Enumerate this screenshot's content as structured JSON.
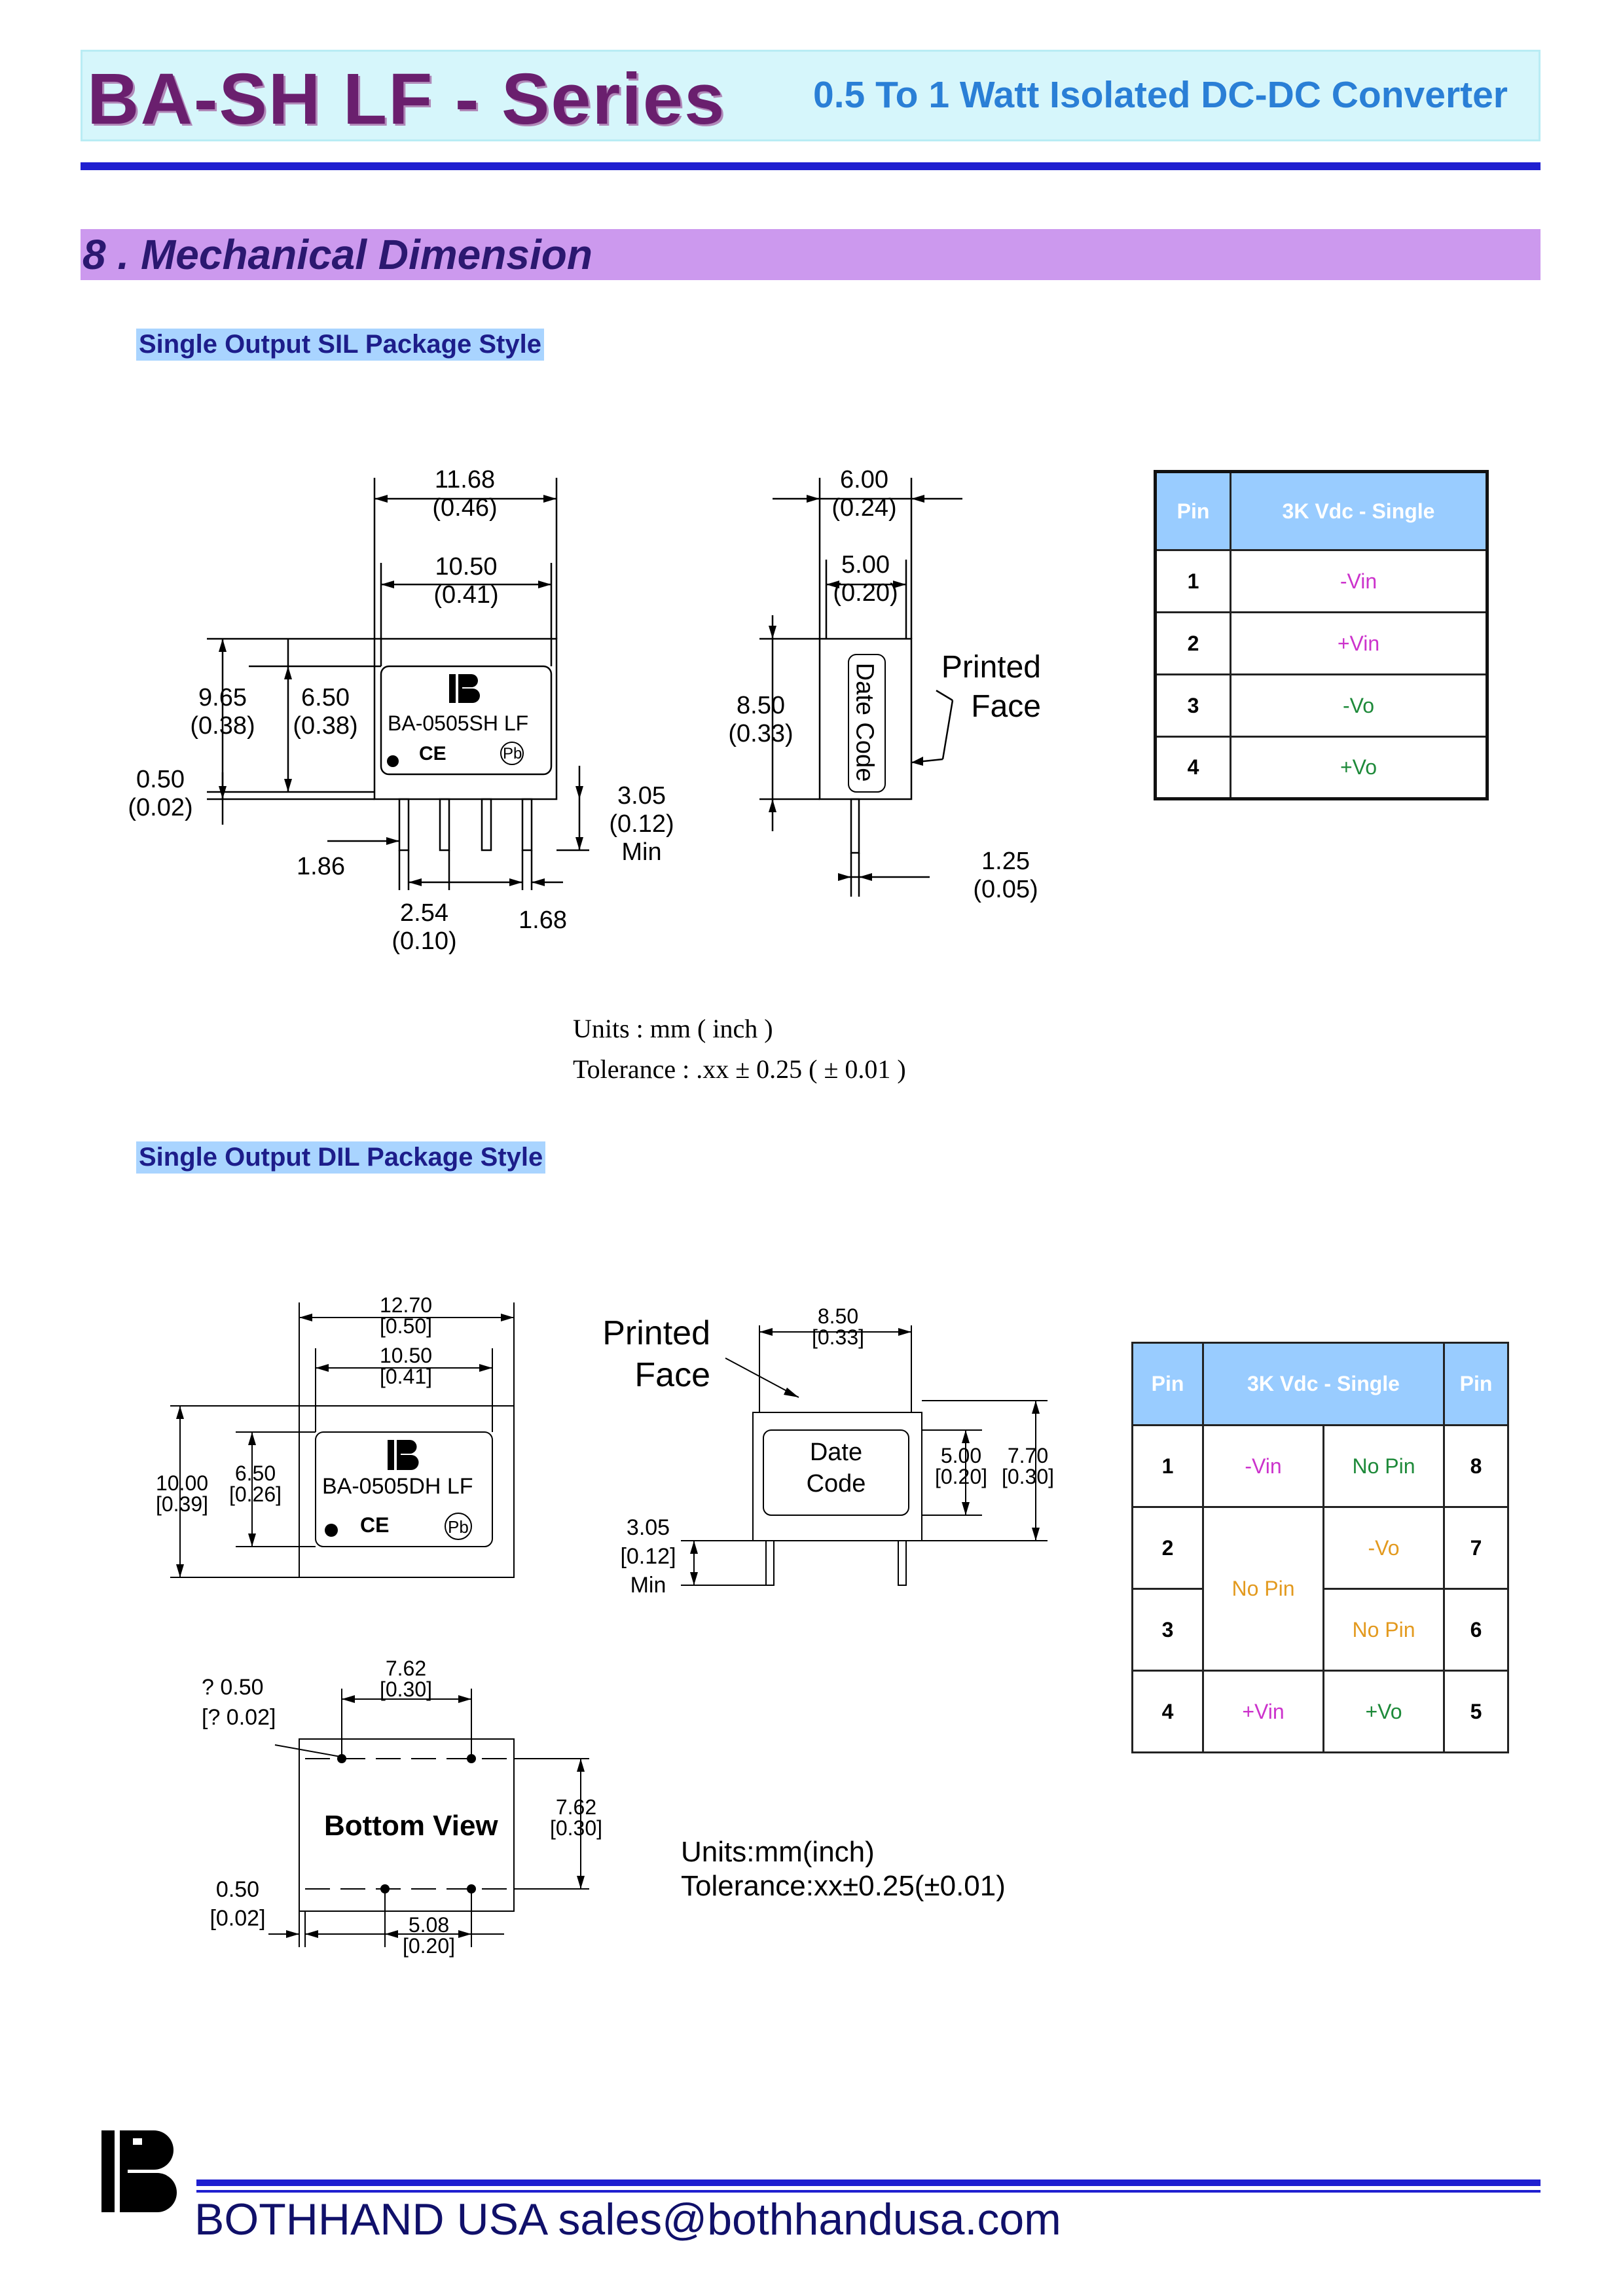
{
  "header": {
    "series_title": "BA-SH LF - Series",
    "subtitle": "0.5 To 1 Watt Isolated DC-DC Converter"
  },
  "section": {
    "title": "8 . Mechanical Dimension"
  },
  "sil": {
    "heading": "Single Output SIL Package Style",
    "dims": {
      "w_outer_mm": "11.68",
      "w_outer_in": "(0.46)",
      "w_inner_mm": "10.50",
      "w_inner_in": "(0.41)",
      "h_total_mm": "9.65",
      "h_total_in": "(0.38)",
      "h_body_mm": "6.50",
      "h_body_in": "(0.38)",
      "standoff_mm": "0.50",
      "standoff_in": "(0.02)",
      "pin_len_mm": "3.05",
      "pin_len_in": "(0.12)",
      "pin_len_min": "Min",
      "edge_mm": "1.86",
      "pitch_mm": "2.54",
      "pitch_in": "(0.10)",
      "edge2_mm": "1.68",
      "depth_outer_mm": "6.00",
      "depth_outer_in": "(0.24)",
      "depth_inner_mm": "5.00",
      "depth_inner_in": "(0.20)",
      "side_h_mm": "8.50",
      "side_h_in": "(0.33)",
      "pin_off_mm": "1.25",
      "pin_off_in": "(0.05)"
    },
    "part_label": "BA-0505SH LF",
    "date_code": "Date Code",
    "printed_face": [
      "Printed",
      "Face"
    ],
    "units": "Units : mm ( inch )",
    "tolerance": "Tolerance : .xx ± 0.25 ( ± 0.01 )",
    "table": {
      "headers": [
        "Pin",
        "3K Vdc - Single"
      ],
      "rows": [
        {
          "pin": "1",
          "func": "-Vin"
        },
        {
          "pin": "2",
          "func": "+Vin"
        },
        {
          "pin": "3",
          "func": "-Vo"
        },
        {
          "pin": "4",
          "func": "+Vo"
        }
      ]
    }
  },
  "dil": {
    "heading": "Single Output DIL Package Style",
    "dims": {
      "w_outer_mm": "12.70",
      "w_outer_in": "[0.50]",
      "w_inner_mm": "10.50",
      "w_inner_in": "[0.41]",
      "h_total_mm": "10.00",
      "h_total_in": "[0.39]",
      "h_body_mm": "6.50",
      "h_body_in": "[0.26]",
      "depth_mm": "8.50",
      "depth_in": "[0.33]",
      "inner_h_mm": "5.00",
      "inner_h_in": "[0.20]",
      "outer_h_mm": "7.70",
      "outer_h_in": "[0.30]",
      "pin_len_mm": "3.05",
      "pin_len_in": "[0.12]",
      "pin_len_min": "Min",
      "pin_dia_mm": "? 0.50",
      "pin_dia_in": "[? 0.02]",
      "row_pitch_mm": "7.62",
      "row_pitch_in": "[0.30]",
      "col_pitch_mm": "7.62",
      "col_pitch_in": "[0.30]",
      "edge_mm": "0.50",
      "edge_in": "[0.02]",
      "pitch_mm": "5.08",
      "pitch_in": "[0.20]"
    },
    "part_label": "BA-0505DH LF",
    "date_code": [
      "Date",
      "Code"
    ],
    "printed_face": [
      "Printed",
      "Face"
    ],
    "bottom_view": "Bottom View",
    "units": "Units:mm(inch)",
    "tolerance": "Tolerance:xx±0.25(±0.01)",
    "table": {
      "headers": [
        "Pin",
        "3K Vdc - Single",
        "Pin"
      ],
      "rows": [
        {
          "pin_l": "1",
          "left": "-Vin",
          "right": "No Pin",
          "pin_r": "8"
        },
        {
          "pin_l": "2",
          "left": "No Pin",
          "right": "-Vo",
          "pin_r": "7"
        },
        {
          "pin_l": "3",
          "left": "",
          "right": "No Pin",
          "pin_r": "6"
        },
        {
          "pin_l": "4",
          "left": "+Vin",
          "right": "+Vo",
          "pin_r": "5"
        }
      ]
    }
  },
  "marks": {
    "ce": "CE",
    "pb": "Pb"
  },
  "footer": {
    "text": "BOTHHAND USA  sales@bothhandusa.com"
  }
}
